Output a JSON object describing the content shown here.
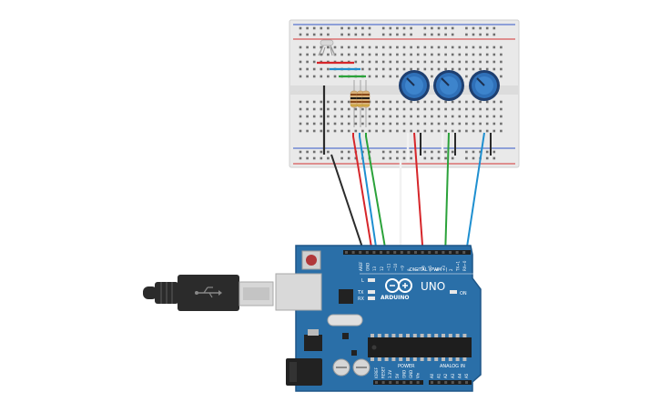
{
  "board": {
    "brand": "ARDUINO",
    "model": "UNO",
    "on_label": "ON",
    "digital_label": "DIGITAL (PWM~)",
    "power_label": "POWER",
    "analog_label": "ANALOG IN",
    "led_l": "L",
    "led_tx": "TX",
    "led_rx": "RX",
    "header_top_pins": [
      "AREF",
      "GND",
      "13",
      "12",
      "~11",
      "~10",
      "~9",
      "8",
      "7",
      "~6",
      "~5",
      "4",
      "~3",
      "2",
      "TX→1",
      "RX←0"
    ],
    "power_pins": [
      "IOREF",
      "RESET",
      "3.3V",
      "5V",
      "GND",
      "GND",
      "Vin"
    ],
    "analog_pins": [
      "A0",
      "A1",
      "A2",
      "A3",
      "A4",
      "A5"
    ]
  },
  "colors": {
    "board": "#2a6fa8",
    "board_edge": "#1f5788",
    "breadboard": "#e9e9e9",
    "rail_red": "#d23232",
    "rail_blue": "#3456c8",
    "wire_black": "#2b2b2b",
    "wire_red": "#d6262a",
    "wire_green": "#2ba23a",
    "wire_blue": "#1e8fd0",
    "wire_white": "#f2f2f2",
    "pot": "#2f70b8",
    "usb_plug": "#2b2b2b"
  },
  "icons": {
    "usb": "usb-symbol-icon",
    "infinity": "arduino-infinity-icon"
  }
}
